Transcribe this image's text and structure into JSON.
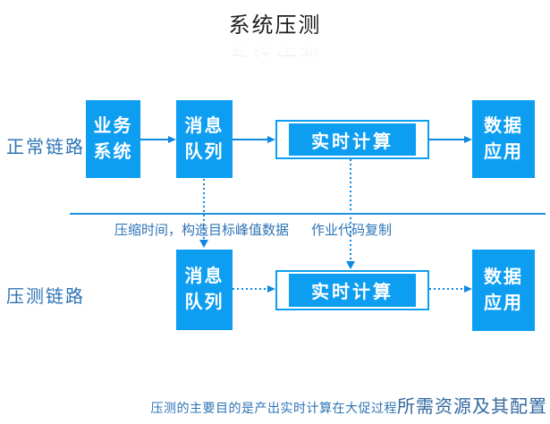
{
  "title": "系统压测",
  "colors": {
    "box_blue": "#0d9ef2",
    "line_blue": "#0f88e2",
    "divider_blue": "#2191dd",
    "label_blue": "#2e74b5",
    "caption_large": "#33699f",
    "title_color": "#1f1f1f"
  },
  "lanes": {
    "normal": {
      "label": "正常链路"
    },
    "stress": {
      "label": "压测链路"
    }
  },
  "nodes": {
    "business": {
      "line1": "业务",
      "line2": "系统"
    },
    "mq": {
      "line1": "消息",
      "line2": "队列"
    },
    "rt": {
      "label": "实时计算"
    },
    "data": {
      "line1": "数据",
      "line2": "应用"
    }
  },
  "annotations": {
    "compress": "压缩时间，构造目标峰值数据",
    "copy": "作业代码复制"
  },
  "caption": {
    "small": "压测的主要目的是产出实时计算在大促过程",
    "large": "所需资源及其配置"
  }
}
